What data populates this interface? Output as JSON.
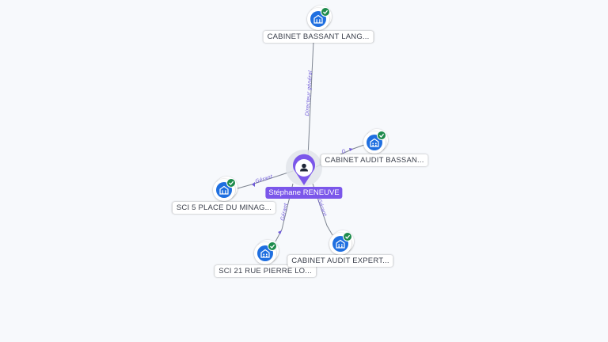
{
  "colors": {
    "background": "#f7f9fc",
    "company_icon": "#1f6fe0",
    "check_badge": "#1d8b4c",
    "person_accent": "#7b57ea",
    "edge_label": "#6f5bd8"
  },
  "person": {
    "name": "Stéphane RENEUVE",
    "icon": "person-icon"
  },
  "companies": [
    {
      "id": "c1",
      "label": "CABINET BASSANT LANG...",
      "icon": "building-icon",
      "badge": "check-icon"
    },
    {
      "id": "c2",
      "label": "CABINET AUDIT BASSAN...",
      "icon": "building-icon",
      "badge": "check-icon"
    },
    {
      "id": "c3",
      "label": "SCI 5 PLACE DU MINAG...",
      "icon": "building-icon",
      "badge": "check-icon"
    },
    {
      "id": "c4",
      "label": "SCI 21 RUE PIERRE LO...",
      "icon": "building-icon",
      "badge": "check-icon"
    },
    {
      "id": "c5",
      "label": "CABINET AUDIT EXPERT...",
      "icon": "building-icon",
      "badge": "check-icon"
    }
  ],
  "edges": [
    {
      "to": "c1",
      "label": "Directeur général"
    },
    {
      "to": "c2",
      "label": "G"
    },
    {
      "to": "c3",
      "label": "Gérant"
    },
    {
      "to": "c4",
      "label": "Gérant"
    },
    {
      "to": "c5",
      "label": "Gérant"
    }
  ]
}
